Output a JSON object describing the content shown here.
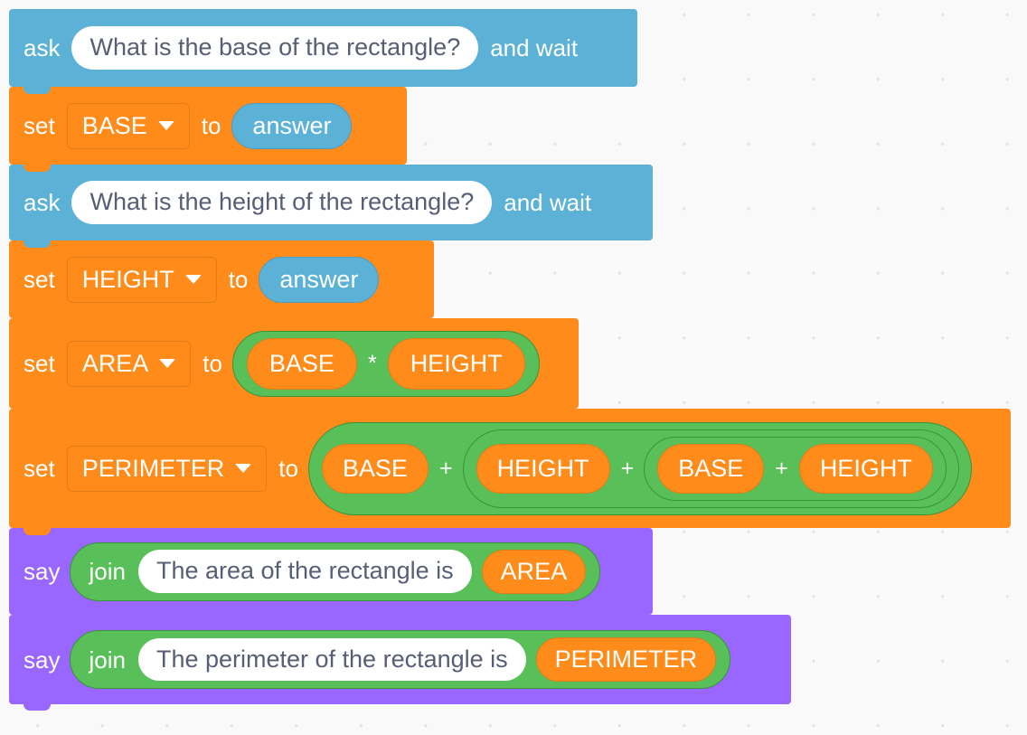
{
  "workspace": {
    "background_color": "#f9f9f9",
    "dot_color": "#e4e4e4"
  },
  "palette": {
    "sensing": "#5cb1d6",
    "variables": "#ff8c1a",
    "operators": "#59c059",
    "looks": "#9966ff",
    "input_text": "#575e75"
  },
  "script": {
    "blocks": [
      {
        "id": "ask-base",
        "category": "sensing",
        "opcode": "ask-and-wait",
        "label_start": "ask",
        "question": "What is the base of the rectangle?",
        "label_end": "and wait"
      },
      {
        "id": "set-base",
        "category": "variables",
        "opcode": "set-variable-to",
        "label_start": "set",
        "variable": "BASE",
        "label_mid": "to",
        "value_reporter": "answer"
      },
      {
        "id": "ask-height",
        "category": "sensing",
        "opcode": "ask-and-wait",
        "label_start": "ask",
        "question": "What is the height of the rectangle?",
        "label_end": "and wait"
      },
      {
        "id": "set-height",
        "category": "variables",
        "opcode": "set-variable-to",
        "label_start": "set",
        "variable": "HEIGHT",
        "label_mid": "to",
        "value_reporter": "answer"
      },
      {
        "id": "set-area",
        "category": "variables",
        "opcode": "set-variable-to",
        "label_start": "set",
        "variable": "AREA",
        "label_mid": "to",
        "expression": {
          "operator": "*",
          "left": "BASE",
          "right": "HEIGHT"
        }
      },
      {
        "id": "set-perimeter",
        "category": "variables",
        "opcode": "set-variable-to",
        "label_start": "set",
        "variable": "PERIMETER",
        "label_mid": "to",
        "expression": {
          "operator": "+",
          "left": "BASE",
          "right": {
            "operator": "+",
            "left": "HEIGHT",
            "right": {
              "operator": "+",
              "left": "BASE",
              "right": "HEIGHT"
            }
          }
        }
      },
      {
        "id": "say-area",
        "category": "looks",
        "opcode": "say",
        "label_start": "say",
        "join": {
          "label": "join",
          "text": "The area of the rectangle is",
          "variable": "AREA"
        }
      },
      {
        "id": "say-perimeter",
        "category": "looks",
        "opcode": "say",
        "label_start": "say",
        "join": {
          "label": "join",
          "text": "The perimeter of the rectangle is",
          "variable": "PERIMETER"
        }
      }
    ]
  },
  "symbols": {
    "multiply": "*",
    "plus": "+",
    "caret": "dropdown-caret"
  }
}
